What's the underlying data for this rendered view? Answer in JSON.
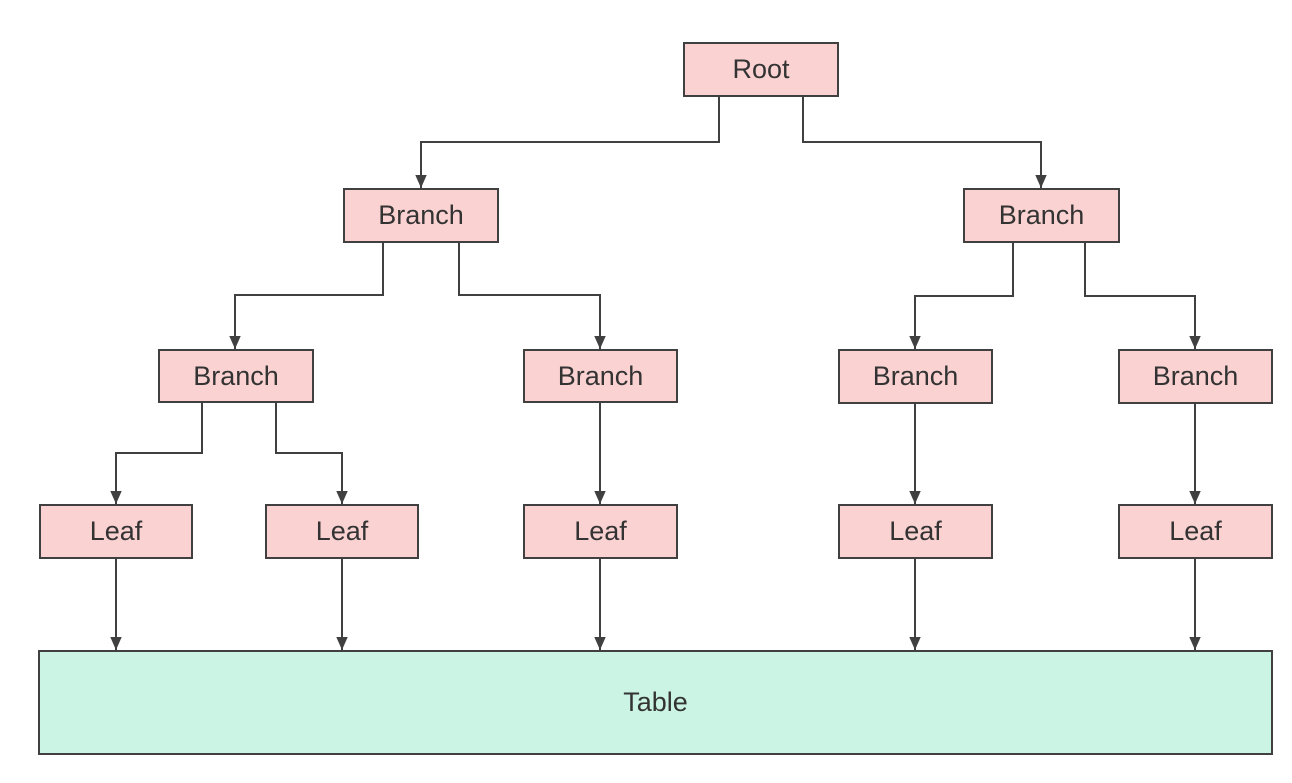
{
  "colors": {
    "background": "#ffffff",
    "node_fill": "#fbd2d2",
    "table_fill": "#cbf4e4",
    "border": "#404040",
    "line": "#404040",
    "text": "#333333"
  },
  "nodes": {
    "root": {
      "label": "Root"
    },
    "branch_left": {
      "label": "Branch"
    },
    "branch_right": {
      "label": "Branch"
    },
    "branch_left_1": {
      "label": "Branch"
    },
    "branch_left_2": {
      "label": "Branch"
    },
    "branch_right_1": {
      "label": "Branch"
    },
    "branch_right_2": {
      "label": "Branch"
    },
    "leaf_1": {
      "label": "Leaf"
    },
    "leaf_2": {
      "label": "Leaf"
    },
    "leaf_3": {
      "label": "Leaf"
    },
    "leaf_4": {
      "label": "Leaf"
    },
    "leaf_5": {
      "label": "Leaf"
    },
    "table": {
      "label": "Table"
    }
  },
  "edges": [
    {
      "from": "root",
      "to": "branch_left"
    },
    {
      "from": "root",
      "to": "branch_right"
    },
    {
      "from": "branch_left",
      "to": "branch_left_1"
    },
    {
      "from": "branch_left",
      "to": "branch_left_2"
    },
    {
      "from": "branch_right",
      "to": "branch_right_1"
    },
    {
      "from": "branch_right",
      "to": "branch_right_2"
    },
    {
      "from": "branch_left_1",
      "to": "leaf_1"
    },
    {
      "from": "branch_left_1",
      "to": "leaf_2"
    },
    {
      "from": "branch_left_2",
      "to": "leaf_3"
    },
    {
      "from": "branch_right_1",
      "to": "leaf_4"
    },
    {
      "from": "branch_right_2",
      "to": "leaf_5"
    },
    {
      "from": "leaf_1",
      "to": "table"
    },
    {
      "from": "leaf_2",
      "to": "table"
    },
    {
      "from": "leaf_3",
      "to": "table"
    },
    {
      "from": "leaf_4",
      "to": "table"
    },
    {
      "from": "leaf_5",
      "to": "table"
    }
  ]
}
